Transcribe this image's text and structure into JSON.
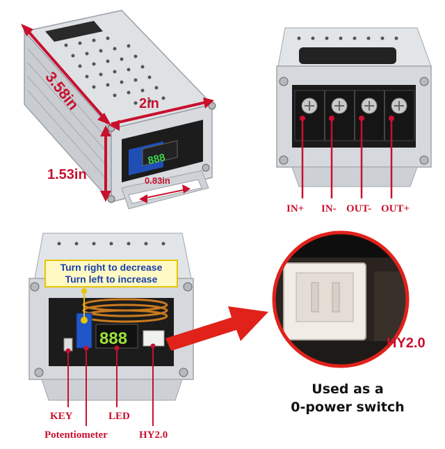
{
  "top_left": {
    "dim_length": "3.58in",
    "dim_width": "2in",
    "dim_height": "1.53in",
    "dim_slot": "0.83in"
  },
  "top_right": {
    "terminals": [
      "IN+",
      "IN-",
      "OUT-",
      "OUT+"
    ]
  },
  "bottom_left": {
    "note_line1": "Turn right to decrease",
    "note_line2": "Turn left to increase",
    "labels": {
      "key": "KEY",
      "potentiometer": "Potentiometer",
      "led": "LED",
      "hy": "HY2.0"
    }
  },
  "bottom_right": {
    "connector_label": "HY2.0",
    "caption_line1": "Used as a",
    "caption_line2": "0-power switch"
  },
  "colors": {
    "accent_red": "#c8102e",
    "note_blue": "#1a3fa8",
    "note_bg": "#fff9c4",
    "aluminum": "#d3d6da"
  }
}
